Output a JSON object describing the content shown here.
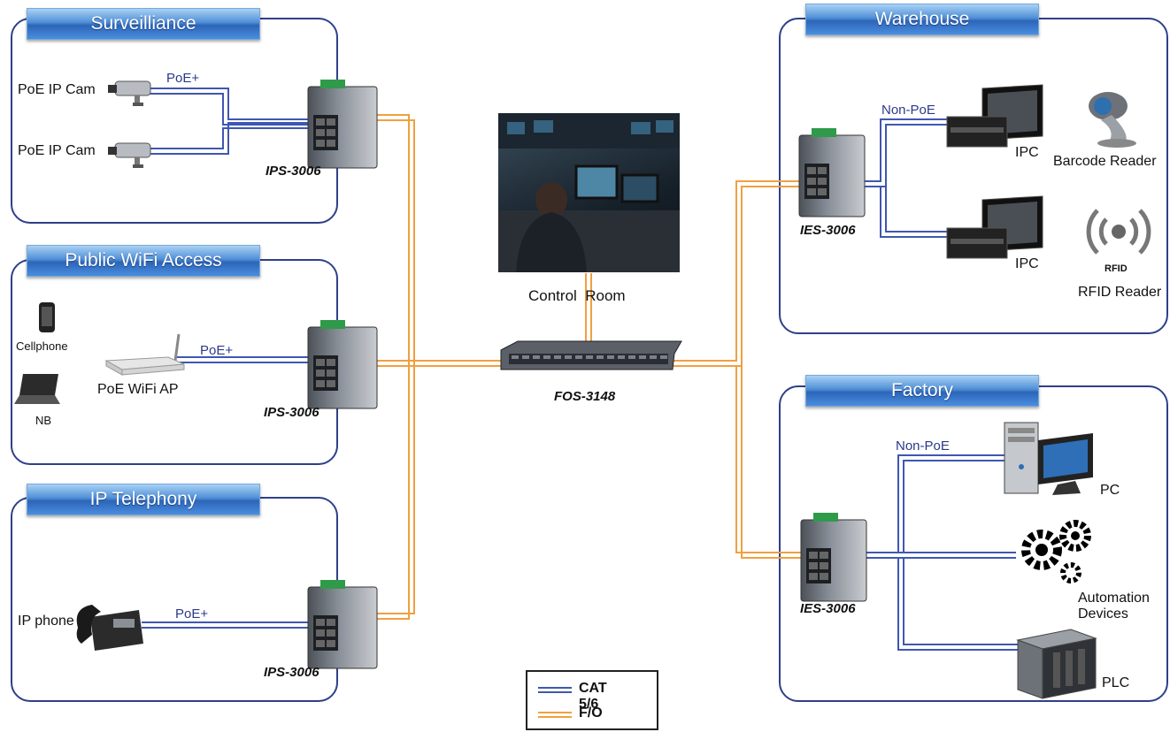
{
  "zones": {
    "surveillance": {
      "title": "Surveilliance"
    },
    "wifi": {
      "title": "Public WiFi Access"
    },
    "telephony": {
      "title": "IP Telephony"
    },
    "warehouse": {
      "title": "Warehouse"
    },
    "factory": {
      "title": "Factory"
    }
  },
  "surveillance": {
    "cam1": "PoE IP Cam",
    "cam2": "PoE IP Cam",
    "poe": "PoE+",
    "switch_model": "IPS-3006"
  },
  "wifi": {
    "cellphone": "Cellphone",
    "nb": "NB",
    "ap": "PoE WiFi AP",
    "poe": "PoE+",
    "switch_model": "IPS-3006"
  },
  "telephony": {
    "phone": "IP phone",
    "poe": "PoE+",
    "switch_model": "IPS-3006"
  },
  "center": {
    "control_room": "Control  Room",
    "core_model": "FOS-3148"
  },
  "warehouse": {
    "nonpoe": "Non-PoE",
    "switch_model": "IES-3006",
    "ipc1": "IPC",
    "ipc2": "IPC",
    "barcode": "Barcode Reader",
    "rfid_tag": "RFID",
    "rfid": "RFID Reader"
  },
  "factory": {
    "nonpoe": "Non-PoE",
    "switch_model": "IES-3006",
    "pc": "PC",
    "automation_1": "Automation",
    "automation_2": "Devices",
    "plc": "PLC"
  },
  "legend": {
    "cat": "CAT 5/6",
    "fo": "F/O"
  },
  "colors": {
    "cat": "#3f57b0",
    "fo": "#f0a040",
    "zone_border": "#2e3f8a"
  }
}
